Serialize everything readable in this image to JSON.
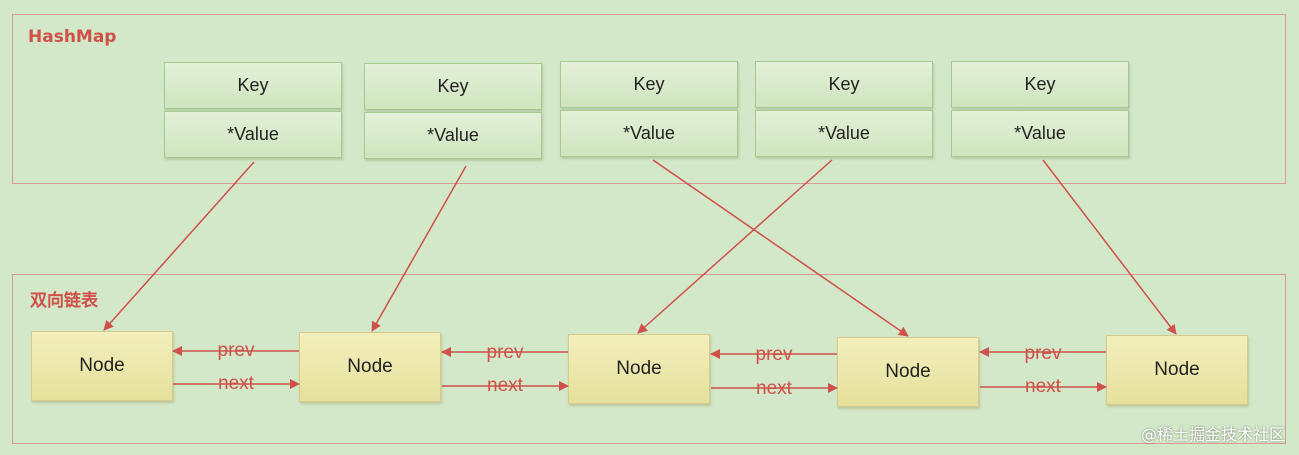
{
  "hashmap": {
    "title": "HashMap",
    "entries": [
      {
        "key": "Key",
        "value": "*Value"
      },
      {
        "key": "Key",
        "value": "*Value"
      },
      {
        "key": "Key",
        "value": "*Value"
      },
      {
        "key": "Key",
        "value": "*Value"
      },
      {
        "key": "Key",
        "value": "*Value"
      }
    ]
  },
  "linked_list": {
    "title": "双向链表",
    "nodes": [
      {
        "label": "Node"
      },
      {
        "label": "Node"
      },
      {
        "label": "Node"
      },
      {
        "label": "Node"
      },
      {
        "label": "Node"
      }
    ],
    "links": [
      {
        "prev": "prev",
        "next": "next"
      },
      {
        "prev": "prev",
        "next": "next"
      },
      {
        "prev": "prev",
        "next": "next"
      },
      {
        "prev": "prev",
        "next": "next"
      }
    ]
  },
  "colors": {
    "arrow": "#d0504a",
    "frame": "#d99a96"
  },
  "watermark": "@稀土掘金技术社区"
}
